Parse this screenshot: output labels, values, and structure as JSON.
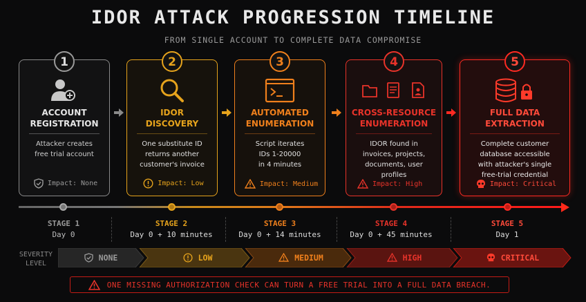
{
  "title": "IDOR ATTACK PROGRESSION TIMELINE",
  "subtitle": "FROM SINGLE ACCOUNT TO COMPLETE DATA COMPROMISE",
  "colors": {
    "gray": "#8a8a8a",
    "gold": "#e6a31c",
    "orange": "#f0801c",
    "red": "#e8332a",
    "crimson": "#ff2a22"
  },
  "cards": [
    {
      "num": "1",
      "title_line1": "ACCOUNT",
      "title_line2": "REGISTRATION",
      "body": [
        "Attacker creates",
        "free trial account"
      ],
      "impact": "Impact: None",
      "icon": "user-add-icon",
      "impact_icon": "shield-check-icon"
    },
    {
      "num": "2",
      "title_line1": "IDOR",
      "title_line2": "DISCOVERY",
      "body": [
        "One substitute ID",
        "returns another",
        "customer's invoice"
      ],
      "impact": "Impact: Low",
      "icon": "magnifier-icon",
      "impact_icon": "alert-circle-icon"
    },
    {
      "num": "3",
      "title_line1": "AUTOMATED",
      "title_line2": "ENUMERATION",
      "body": [
        "Script iterates",
        "IDs 1-20000",
        "in 4 minutes"
      ],
      "impact": "Impact: Medium",
      "icon": "terminal-icon",
      "impact_icon": "warning-triangle-icon"
    },
    {
      "num": "4",
      "title_line1": "CROSS-RESOURCE",
      "title_line2": "ENUMERATION",
      "body": [
        "IDOR found in",
        "invoices, projects,",
        "documents, user",
        "profiles"
      ],
      "impact": "Impact: High",
      "icon": "files-icon",
      "impact_icon": "warning-triangle-icon"
    },
    {
      "num": "5",
      "title_line1": "FULL DATA",
      "title_line2": "EXTRACTION",
      "body": [
        "Complete customer",
        "database accessible",
        "with attacker's single",
        "free-trial credential"
      ],
      "impact": "Impact: Critical",
      "icon": "database-lock-icon",
      "impact_icon": "skull-icon"
    }
  ],
  "stages": [
    {
      "label": "STAGE 1",
      "time": "Day 0"
    },
    {
      "label": "STAGE 2",
      "time": "Day 0 + 10 minutes"
    },
    {
      "label": "STAGE 3",
      "time": "Day 0 + 14 minutes"
    },
    {
      "label": "STAGE 4",
      "time": "Day 0 + 45 minutes"
    },
    {
      "label": "STAGE 5",
      "time": "Day 1"
    }
  ],
  "severity": {
    "label_line1": "SEVERITY",
    "label_line2": "LEVEL",
    "levels": [
      "NONE",
      "LOW",
      "MEDIUM",
      "HIGH",
      "CRITICAL"
    ]
  },
  "banner": "ONE MISSING AUTHORIZATION CHECK CAN TURN A FREE TRIAL INTO A FULL DATA BREACH."
}
